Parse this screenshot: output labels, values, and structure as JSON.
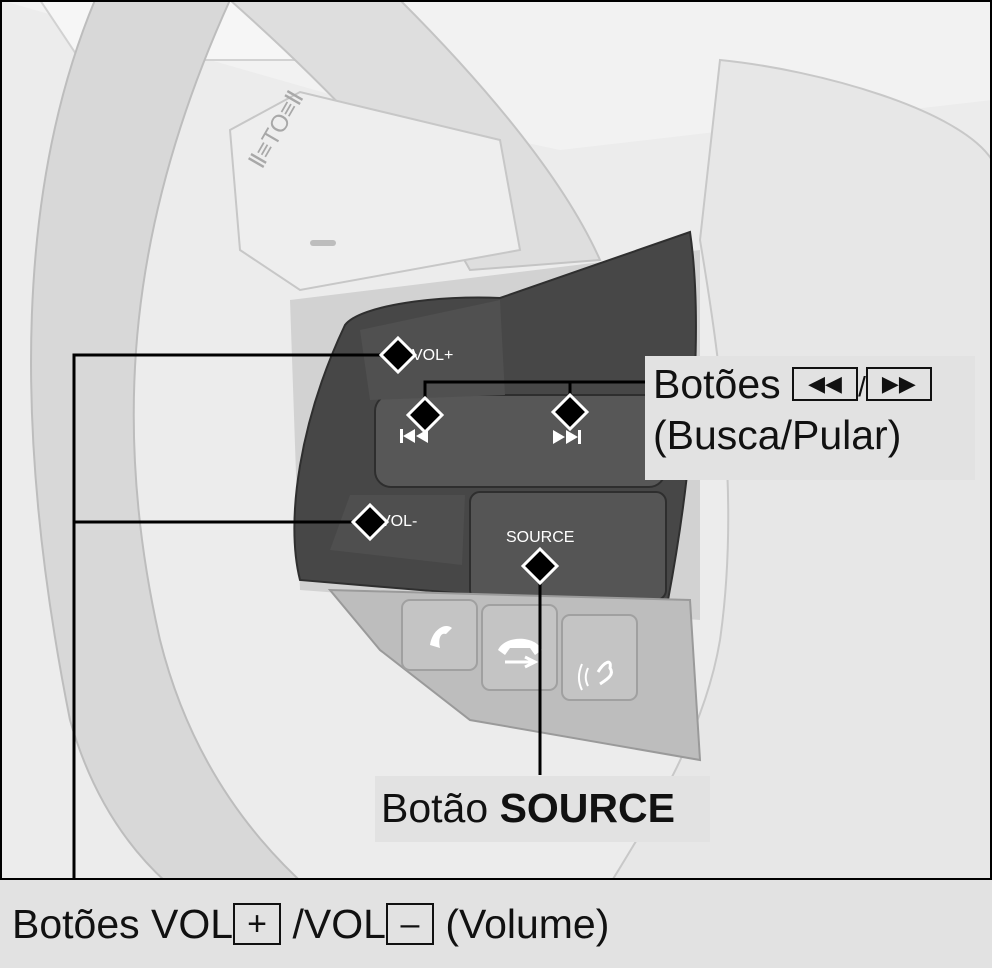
{
  "wheel_labels": {
    "vol_plus": "VOL+",
    "vol_minus": "VOL-",
    "source": "SOURCE",
    "paddle_text": "Ⅱ≡TO≡Ⅱ"
  },
  "callouts": {
    "seek": {
      "prefix": "Botões",
      "key_prev": "◀◀",
      "separator": "/",
      "key_next": "▶▶",
      "line2": "(Busca/Pular)"
    },
    "source": {
      "prefix": "Botão",
      "bold": "SOURCE"
    },
    "volume": {
      "prefix": "Botões VOL",
      "key_plus": "+",
      "middle": "/VOL",
      "key_minus": "–",
      "suffix": "(Volume)"
    }
  },
  "icons": [
    "prev-track-icon",
    "next-track-icon",
    "phone-pickup-icon",
    "phone-hangup-icon",
    "voice-talk-icon"
  ],
  "colors": {
    "background": "#ebebeb",
    "wheel_light": "#dcdcdc",
    "control_panel": "#4a4a4a",
    "label_box": "#e2e2e2",
    "leader_line": "#000000"
  }
}
